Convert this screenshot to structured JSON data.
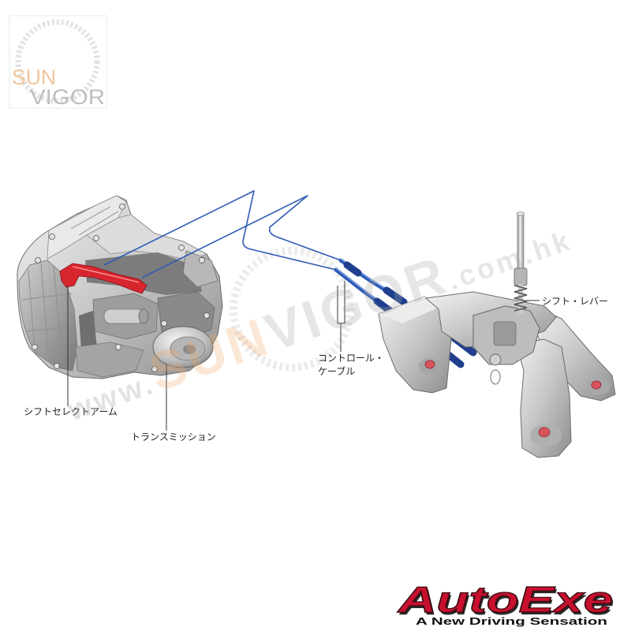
{
  "logo_top": {
    "line1": "SUN",
    "line2": "VIGOR"
  },
  "watermark": {
    "prefix": "www.",
    "sun": "SUN",
    "vigor": "VIGOR",
    "suffix": ".com.hk"
  },
  "labels": {
    "shift_lever": "シフト・レバー",
    "control_cable_line1": "コントロール・",
    "control_cable_line2": "ケーブル",
    "shift_select_arm": "シフトセレクトアーム",
    "transmission": "トランスミッション"
  },
  "brand": {
    "name": "AutoExe",
    "tagline": "A New Driving Sensation"
  },
  "colors": {
    "cable": "#2f5bb5",
    "arm": "#d8262f",
    "bolt": "#d9535d",
    "brand": "#c8102e"
  }
}
